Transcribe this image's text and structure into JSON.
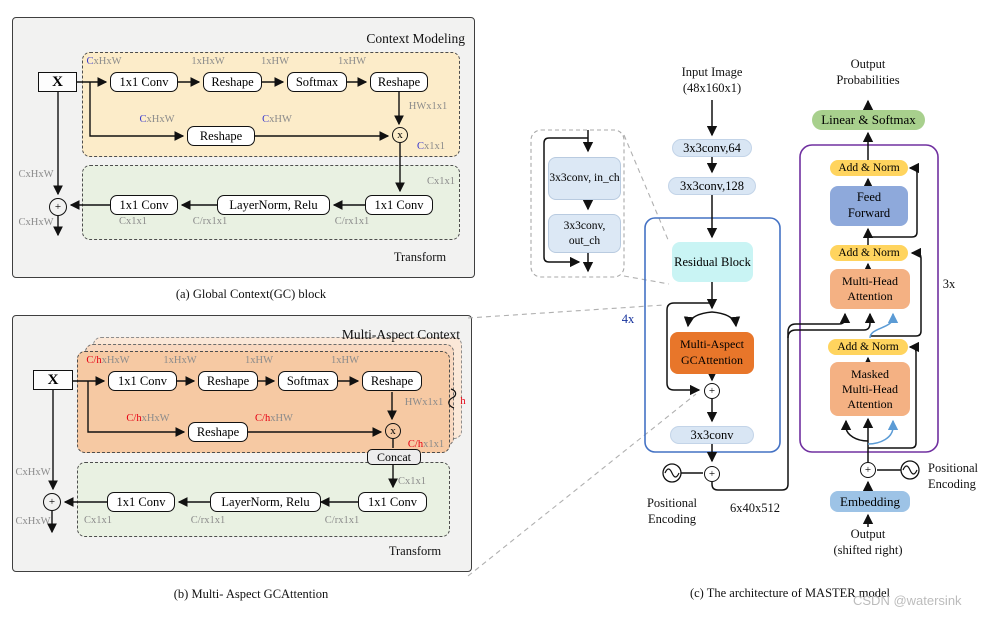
{
  "shared": {
    "x_input": "X",
    "conv1x1": "1x1 Conv",
    "reshape": "Reshape",
    "softmax": "Softmax",
    "layernorm": "LayerNorm, Relu",
    "transform": "Transform",
    "concat": "Concat",
    "mul": "x",
    "add": "+"
  },
  "panel_a": {
    "title": "Context Modeling",
    "caption": "(a) Global Context(GC) block",
    "dims": {
      "in_top_pre": "C",
      "in_top_rest": "xHxW",
      "after_conv": "1xHxW",
      "after_reshape": "1xHW",
      "after_softmax": "1xHW",
      "attention_out": "HWx1x1",
      "branch_in_pre": "C",
      "branch_in_rest": "xHxW",
      "branch_out_pre": "C",
      "branch_out_rest": "xHW",
      "after_mul_pre": "C",
      "after_mul_rest": "x1x1",
      "transform_in": "Cx1x1",
      "transform_mid_right": "C/rx1x1",
      "transform_mid_left": "C/rx1x1",
      "transform_out": "Cx1x1",
      "residual_top": "CxHxW",
      "residual_bottom": "CxHxW"
    }
  },
  "panel_b": {
    "title": "Multi-Aspect Context",
    "caption": "(b) Multi- Aspect GCAttention",
    "heads": "h",
    "dims": {
      "in_top_pre": "C/h",
      "in_top_rest": "xHxW",
      "after_conv": "1xHxW",
      "after_reshape": "1xHW",
      "after_softmax": "1xHW",
      "attention_out": "HWx1x1",
      "branch_in_pre": "C/h",
      "branch_in_rest": "xHxW",
      "branch_out_pre": "C/h",
      "branch_out_rest": "xHW",
      "after_mul_pre": "C/h",
      "after_mul_rest": "x1x1",
      "transform_in": "Cx1x1",
      "transform_mid_right": "C/rx1x1",
      "transform_mid_left": "C/rx1x1",
      "transform_out": "Cx1x1",
      "residual_top": "CxHxW",
      "residual_bottom": "CxHxW"
    }
  },
  "panel_c": {
    "caption": "(c) The architecture of MASTER model",
    "input_line1": "Input Image",
    "input_line2": "(48x160x1)",
    "conv64": "3x3conv,64",
    "conv128": "3x3conv,128",
    "residual_block": "Residual Block",
    "gc_attention": "Multi-Aspect GCAttention",
    "conv_out": "3x3conv",
    "repeat_encoder": "4x",
    "pos_encoding_left": "Positional Encoding",
    "feature_dim": "6x40x512",
    "inset": {
      "conv_in": "3x3conv, in_ch",
      "conv_out": "3x3conv, out_ch"
    },
    "decoder": {
      "output_probabilities": "Output Probabilities",
      "linear_softmax": "Linear & Softmax",
      "add_norm": "Add & Norm",
      "feed_forward": "Feed Forward",
      "multi_head": "Multi-Head Attention",
      "masked_multi_head": "Masked Multi-Head Attention",
      "embedding": "Embedding",
      "output_line1": "Output",
      "output_line2": "(shifted right)",
      "repeat_decoder": "3x",
      "pos_encoding_right": "Positional Encoding"
    }
  },
  "watermark": "CSDN @watersink",
  "colors": {
    "context_yellow": "#fcecc9",
    "transform_green": "#e9f1e2",
    "aspect_orange": "#f6c9a3",
    "gca_orange": "#e8762a",
    "residual_cyan": "#c9f4f4",
    "conv_lightblue": "#d9e6f4",
    "addnorm_yellow": "#ffd45e",
    "feedforward_blue": "#8ea9db",
    "attention_salmon": "#f4b183",
    "embedding_blue": "#9dc3e6",
    "linear_green": "#a8d08d",
    "encoder_border": "#4472c4",
    "decoder_border": "#7030a0",
    "dim_gray": "#8b8b8b",
    "dim_blue": "#3a3acd",
    "dim_red": "#e60012"
  }
}
